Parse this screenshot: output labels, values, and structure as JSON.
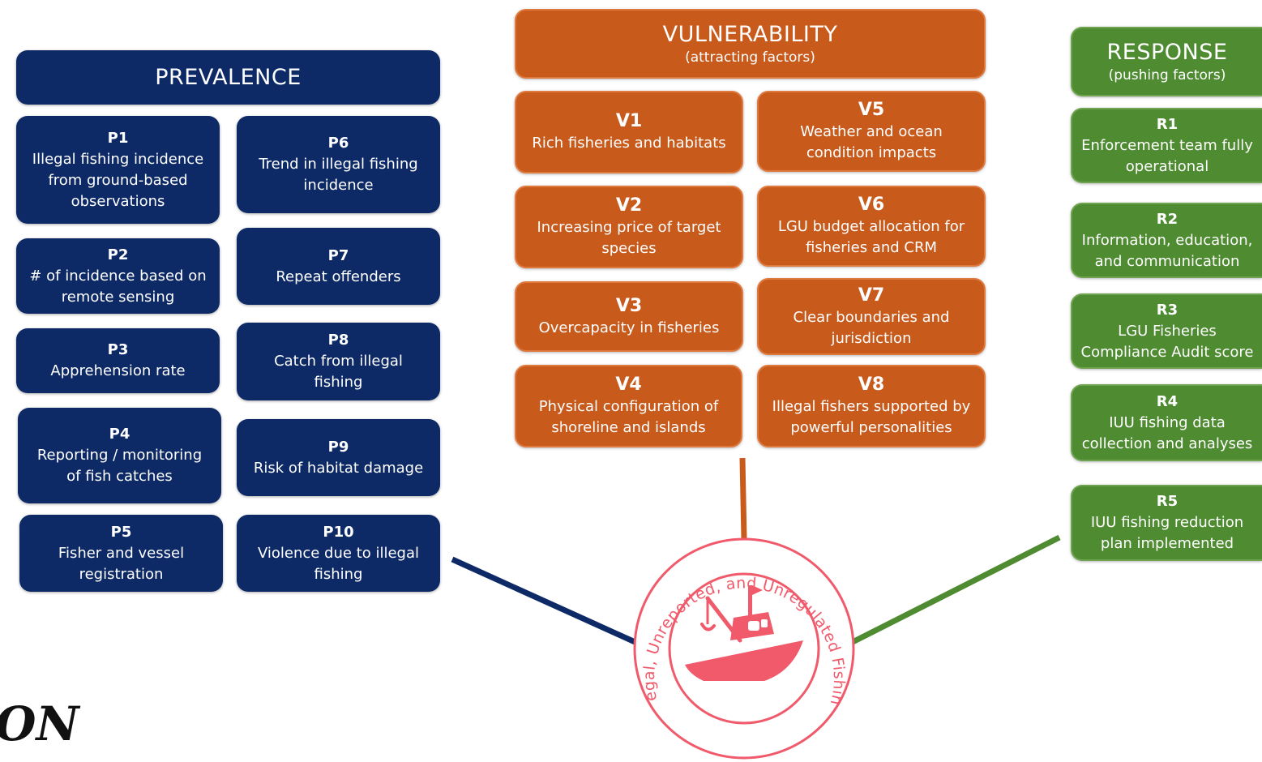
{
  "prevalence": {
    "title": "PREVALENCE",
    "items": [
      {
        "code": "P1",
        "text": "Illegal fishing incidence\nfrom ground-based\nobservations"
      },
      {
        "code": "P2",
        "text": "# of incidence based on\nremote sensing"
      },
      {
        "code": "P3",
        "text": "Apprehension rate"
      },
      {
        "code": "P4",
        "text": "Reporting / monitoring\nof fish catches"
      },
      {
        "code": "P5",
        "text": "Fisher and vessel\nregistration"
      },
      {
        "code": "P6",
        "text": "Trend in illegal fishing\nincidence"
      },
      {
        "code": "P7",
        "text": "Repeat offenders"
      },
      {
        "code": "P8",
        "text": "Catch from illegal\nfishing"
      },
      {
        "code": "P9",
        "text": "Risk of habitat damage"
      },
      {
        "code": "P10",
        "text": "Violence due to illegal\nfishing"
      }
    ]
  },
  "vulnerability": {
    "title": "VULNERABILITY",
    "subtitle": "(attracting factors)",
    "items": [
      {
        "code": "V1",
        "text": "Rich fisheries and habitats"
      },
      {
        "code": "V2",
        "text": "Increasing price of target\nspecies"
      },
      {
        "code": "V3",
        "text": "Overcapacity in fisheries"
      },
      {
        "code": "V4",
        "text": "Physical configuration of\nshoreline and islands"
      },
      {
        "code": "V5",
        "text": "Weather and ocean\ncondition impacts"
      },
      {
        "code": "V6",
        "text": "LGU budget allocation for\nfisheries and CRM"
      },
      {
        "code": "V7",
        "text": "Clear boundaries and\njurisdiction"
      },
      {
        "code": "V8",
        "text": "Illegal fishers supported by\npowerful personalities"
      }
    ]
  },
  "response": {
    "title": "RESPONSE",
    "subtitle": "(pushing factors)",
    "items": [
      {
        "code": "R1",
        "text": "Enforcement team fully\noperational"
      },
      {
        "code": "R2",
        "text": "Information, education,\nand communication"
      },
      {
        "code": "R3",
        "text": "LGU Fisheries\nCompliance Audit score"
      },
      {
        "code": "R4",
        "text": "IUU fishing data\ncollection and analyses"
      },
      {
        "code": "R5",
        "text": "IUU fishing reduction\nplan implemented"
      }
    ]
  },
  "logo": {
    "ring_text": "Illegal, Unreported, and Unregulated Fishing",
    "icon": "fishing-boat-icon"
  },
  "corner_text": "ON",
  "colors": {
    "prevalence": "#0d2a67",
    "vulnerability": "#c85a1c",
    "response": "#4e8b31",
    "logo": "#f05a6b"
  }
}
